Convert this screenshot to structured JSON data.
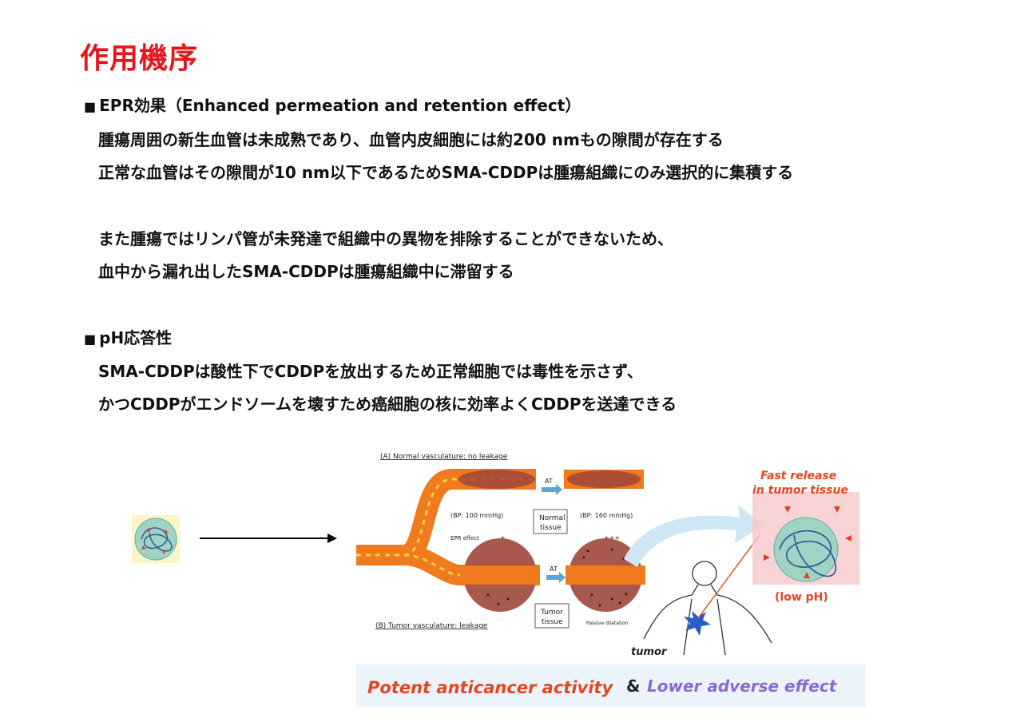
{
  "title": "作用機序",
  "section1": {
    "heading": "EPR効果（Enhanced permeation and retention effect）",
    "lines": [
      "腫瘍周囲の新生血管は未成熟であり、血管内皮細胞には約200 nmもの隙間が存在する",
      "正常な血管はその隙間が10 nm以下であるためSMA-CDDPは腫瘍組織にのみ選択的に集積する",
      "また腫瘍ではリンパ管が未発達で組織中の異物を排除することができないため、",
      "血中から漏れ出したSMA-CDDPは腫瘍組織中に滞留する"
    ]
  },
  "section2": {
    "heading": "pH応答性",
    "lines": [
      "SMA-CDDPは酸性下でCDDPを放出するため正常細胞では毒性を示さず、",
      "かつCDDPがエンドソームを壊すため癌細胞の核に効率よくCDDPを送達できる"
    ]
  },
  "figure": {
    "label_a": "(A) Normal vasculature: no leakage",
    "label_b": "(B) Tumor vasculature: leakage",
    "at_top": "AT",
    "at_bottom": "AT",
    "bp_100": "(BP: 100 mmHg)",
    "bp_160": "(BP: 160 mmHg)",
    "normal_tissue_1": "Normal",
    "normal_tissue_2": "tissue",
    "tumor_tissue_1": "Tumor",
    "tumor_tissue_2": "tissue",
    "epr_effect": "EPR effect",
    "epr_plus": "+",
    "epr_plus3": "+++",
    "passive_dilatation": "Passive dilatation",
    "fast_release_1": "Fast release",
    "fast_release_2": "in tumor tissue",
    "low_ph": "(low pH)",
    "tumor": "tumor",
    "potent": "Potent anticancer activity",
    "amp": "&",
    "lower": "Lower adverse effect"
  },
  "colors": {
    "title": "#e8141c",
    "vessel": "#f07a1e",
    "tissue": "#a0463a",
    "potent": "#e8451e",
    "lower": "#8a6ad0"
  }
}
